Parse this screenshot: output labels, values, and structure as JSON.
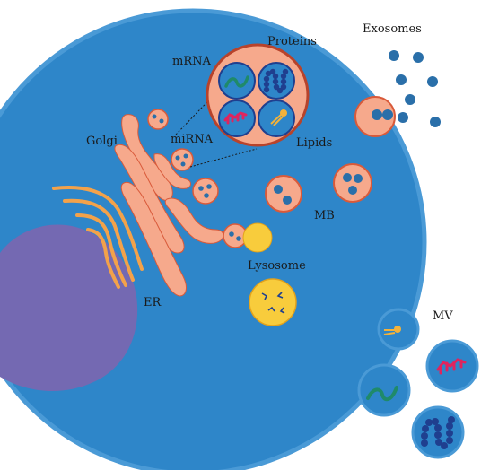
{
  "labels": {
    "proteins": "Proteins",
    "mrna": "mRNA",
    "exosomes": "Exosomes",
    "golgi": "Golgi",
    "mirna": "miRNA",
    "lipids": "Lipids",
    "mb": "MB",
    "lysosome": "Lysosome",
    "er": "ER",
    "mv": "MV"
  },
  "colors": {
    "cell": "#2e86c9",
    "cell_edge": "#4a9ad6",
    "nucleus": "#7469b2",
    "organelle_fill": "#f6a98c",
    "organelle_edge": "#d95a3a",
    "er_stroke": "#f3a24a",
    "lysosome": "#f8cc3c",
    "vesicle_dot": "#2a6fa9",
    "protein": "#1f3f8f",
    "mrna": "#1f8a6a",
    "mirna": "#e0245e",
    "lipid": "#f3b23a"
  }
}
